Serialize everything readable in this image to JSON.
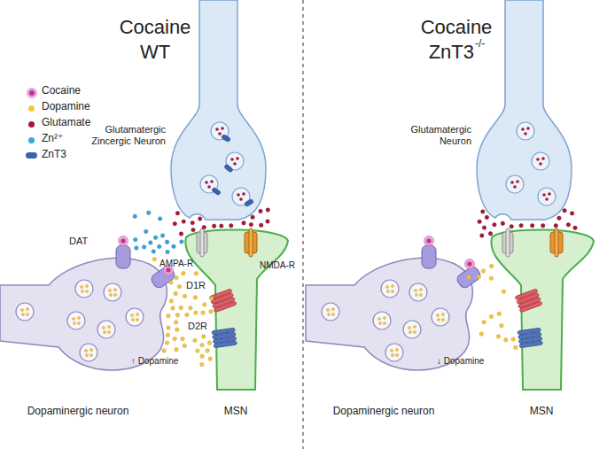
{
  "diagram": {
    "labels": [
      "Cocaine",
      "WT",
      "Cocaine",
      "ZnT3",
      "-/-",
      "Glutamatergic Zincergic Neuron",
      "DAT",
      "AMPA-R",
      "NMDA-R",
      "D1R",
      "D2R",
      "↑ Dopamine",
      "Dopaminergic neuron",
      "MSN",
      "Glutamatergic Neuron",
      "↓ Dopamine",
      "Dopaminergic neuron",
      "MSN"
    ],
    "legend": [
      {
        "text": "Cocaine",
        "color": "#c2338f"
      },
      {
        "text": "Dopamine",
        "color": "#f2c744"
      },
      {
        "text": "Glutamate",
        "color": "#a8173a"
      },
      {
        "text": "Zn²⁺",
        "color": "#38a6d8"
      },
      {
        "text": "ZnT3",
        "color": "#3b62b0"
      }
    ]
  }
}
